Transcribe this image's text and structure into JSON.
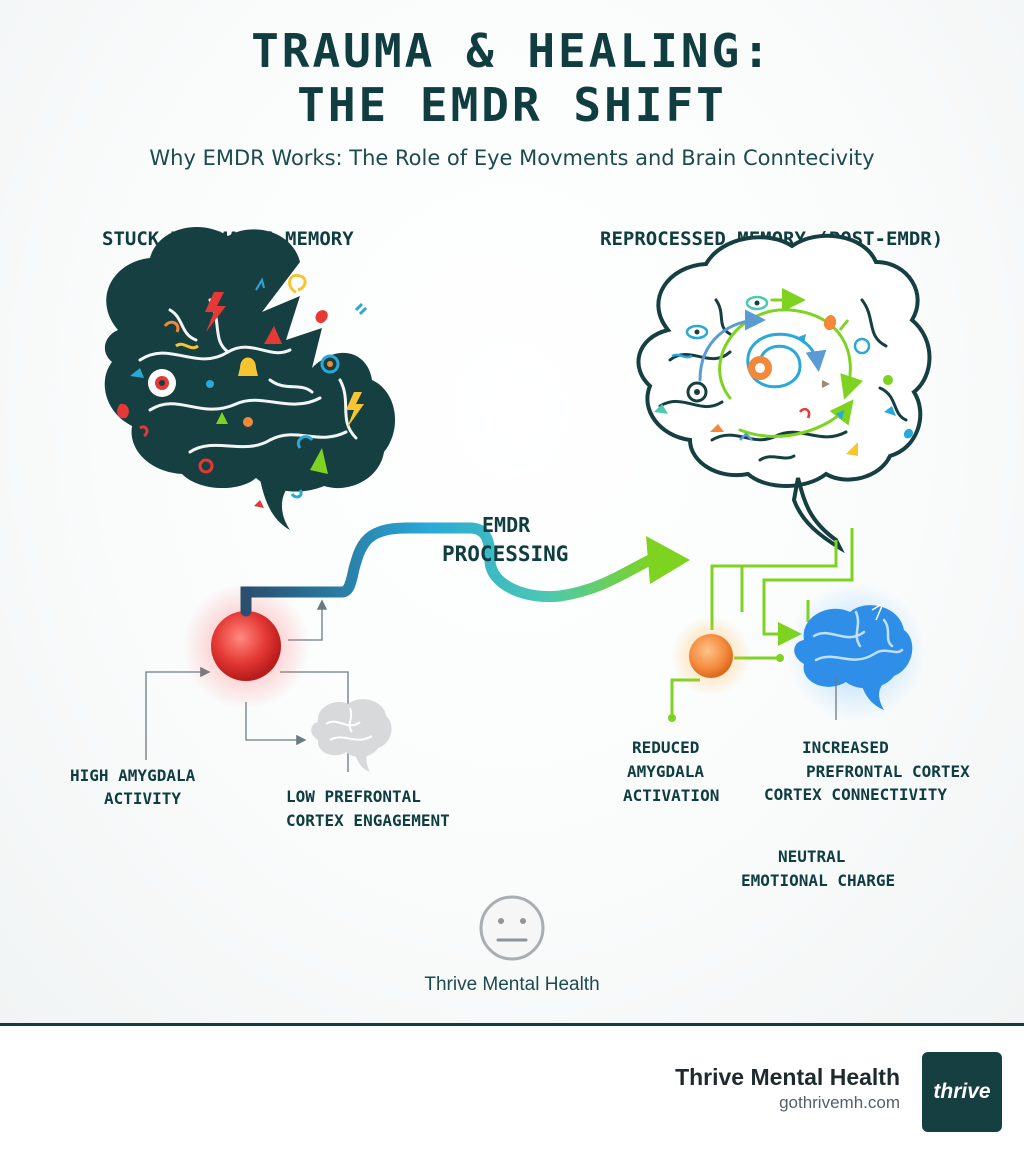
{
  "header": {
    "title_line1": "TRAUMA & HEALING:",
    "title_line2": "THE EMDR SHIFT",
    "subtitle": "Why EMDR Works: The Role of Eye Movments and Brain Conntecivity"
  },
  "left": {
    "heading": "STUCK TRAUMATIC MEMORY",
    "amygdala_label": [
      "HIGH AMYGDALA",
      "ACTIVITY"
    ],
    "prefrontal_label": [
      "LOW PREFRONTAL",
      "CORTEX ENGAGEMENT"
    ]
  },
  "middle": {
    "process_label": [
      "EMDR",
      "PROCESSING"
    ],
    "brand": "Thrive Mental Health"
  },
  "right": {
    "heading": "REPROCESSED MEMORY (POST-EMDR)",
    "amygdala_label": [
      "REDUCED",
      "AMYGDALA",
      "ACTIVATION"
    ],
    "prefrontal_label": [
      "INCREASED",
      "PREFRONTAL CORTEX",
      "CORTEX CONNECTIVITY"
    ],
    "emotion_label": [
      "NEUTRAL",
      "EMOTIONAL CHARGE"
    ]
  },
  "footer": {
    "name": "Thrive Mental Health",
    "url": "gothrivemh.com",
    "logo_text": "thrive"
  },
  "colors": {
    "dark_teal": "#0f3d40",
    "alarm_red": "#e53935",
    "calm_orange": "#f4883a",
    "process_green": "#7ed321",
    "process_blue": "#2aa8d8",
    "healthy_blue": "#2f8fe8"
  },
  "icons": [
    "brain-icon",
    "eye-icon",
    "lightning-icon",
    "bell-icon",
    "spiral-icon",
    "neutral-face-icon"
  ]
}
